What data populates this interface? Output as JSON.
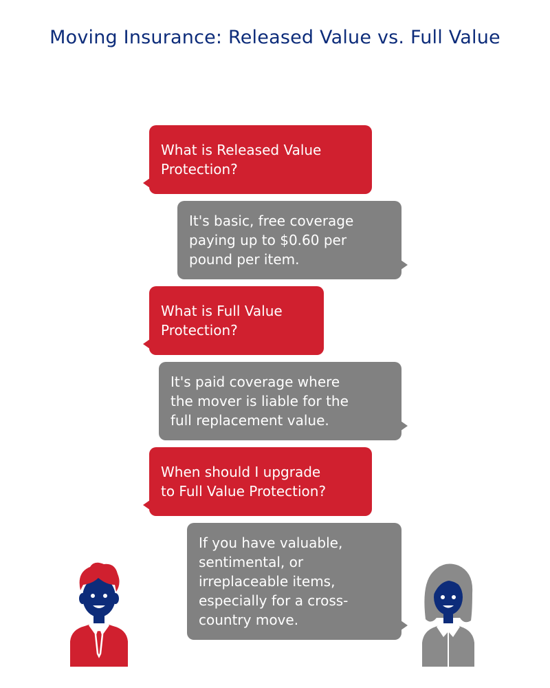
{
  "title": "Moving Insurance: Released Value vs. Full Value",
  "colors": {
    "question_bubble": "#d0202f",
    "answer_bubble": "#818181",
    "title_text": "#0d2c7a",
    "face": "#0d2c7a"
  },
  "conversation": [
    {
      "speaker": "question",
      "text": "What is Released Value\nProtection?"
    },
    {
      "speaker": "answer",
      "text": "It's basic, free coverage\npaying up to $0.60 per\npound per item."
    },
    {
      "speaker": "question",
      "text": "What is Full Value\nProtection?"
    },
    {
      "speaker": "answer",
      "text": "It's paid coverage where\nthe mover is liable for the\nfull replacement value."
    },
    {
      "speaker": "question",
      "text": "When should I upgrade\nto Full Value Protection?"
    },
    {
      "speaker": "answer",
      "text": "If you have valuable,\nsentimental, or\nirreplaceable items,\nespecially for a cross-\ncountry move."
    }
  ],
  "people": [
    {
      "icon": "man-avatar-icon",
      "color": "#d0202f"
    },
    {
      "icon": "woman-avatar-icon",
      "color": "#8a8a8a"
    }
  ]
}
